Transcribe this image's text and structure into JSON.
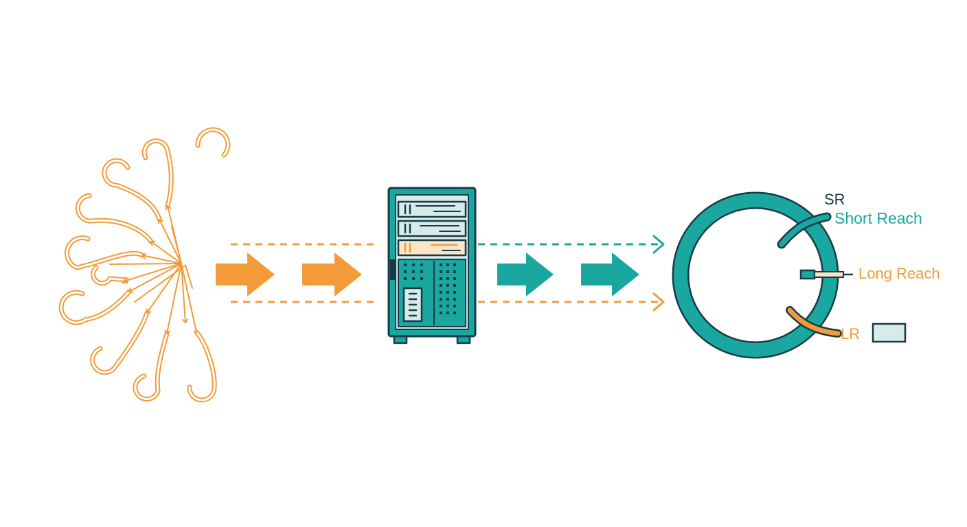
{
  "labels": {
    "sr": "SR",
    "short_reach": "Short Reach",
    "long_reach": "Long Reach",
    "lr": "LR"
  },
  "colors": {
    "orange": "#F29B38",
    "teal": "#1AA7A0",
    "dark": "#173A47",
    "panel_light": "#D7EBEA",
    "panel_orange": "#FCE4C6"
  },
  "icons": {
    "fiber_bundle": "tangled-fiber-icon",
    "server": "server-rack-icon",
    "ring": "fiber-ring-icon"
  }
}
